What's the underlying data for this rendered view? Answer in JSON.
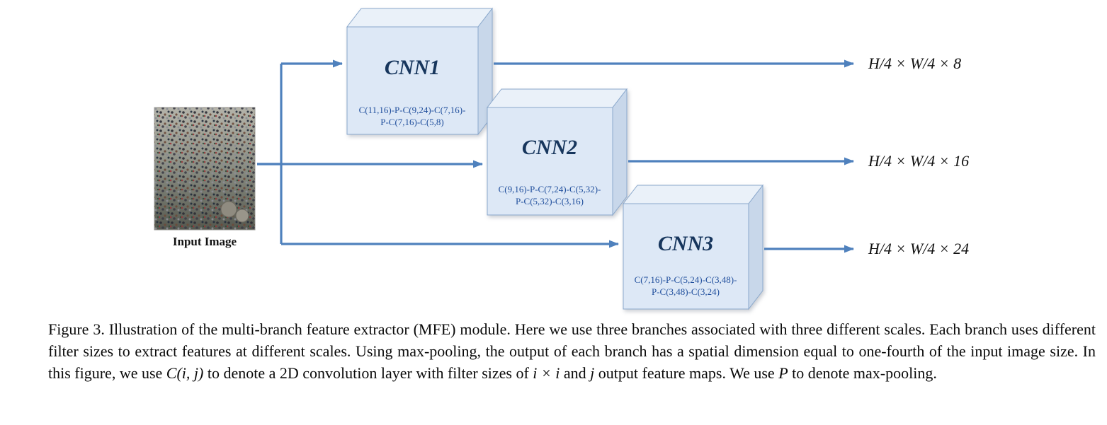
{
  "figure": {
    "input": {
      "label": "Input Image"
    },
    "branches": [
      {
        "name": "CNN1",
        "config_line1": "C(11,16)-P-C(9,24)-C(7,16)-",
        "config_line2": "P-C(7,16)-C(5,8)",
        "output": "H/4 × W/4 × 8"
      },
      {
        "name": "CNN2",
        "config_line1": "C(9,16)-P-C(7,24)-C(5,32)-",
        "config_line2": "P-C(5,32)-C(3,16)",
        "output": "H/4 × W/4 × 16"
      },
      {
        "name": "CNN3",
        "config_line1": "C(7,16)-P-C(5,24)-C(3,48)-",
        "config_line2": "P-C(3,48)-C(3,24)",
        "output": "H/4 × W/4 × 24"
      }
    ],
    "colors": {
      "arrow": "#4f81bd",
      "box_fill": "#dde8f6",
      "box_top": "#eaf1f9",
      "box_side": "#c8d7ea",
      "title": "#17365d",
      "config": "#1f4e9c"
    }
  },
  "caption": {
    "p1": "Figure 3. Illustration of the multi-branch feature extractor (MFE) module. Here we use three branches associated with three different scales. Each branch uses different filter sizes to extract features at different scales. Using max-pooling, the output of each branch has a spatial dimension equal to one-fourth of the input image size. In this figure, we use ",
    "m1": "C(i, j)",
    "p2": " to denote a 2D convolution layer with filter sizes of ",
    "m2": "i × i",
    "p3": " and ",
    "m3": "j",
    "p4": " output feature maps. We use ",
    "m4": "P",
    "p5": " to denote max-pooling."
  }
}
